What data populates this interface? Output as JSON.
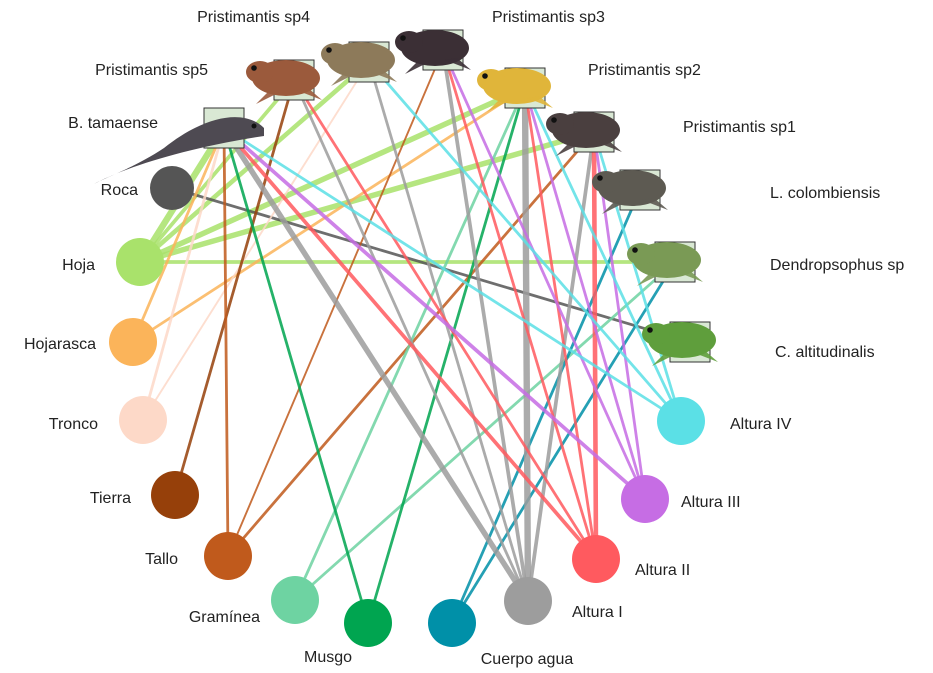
{
  "species": [
    {
      "id": "psp4",
      "label": "Pristimantis sp4",
      "color": "#8d7a5a"
    },
    {
      "id": "psp3",
      "label": "Pristimantis sp3",
      "color": "#3b2f35"
    },
    {
      "id": "psp5",
      "label": "Pristimantis sp5",
      "color": "#9b5a3c"
    },
    {
      "id": "psp2",
      "label": "Pristimantis sp2",
      "color": "#e0b53a"
    },
    {
      "id": "btam",
      "label": "B. tamaense",
      "color": "#4e4a52"
    },
    {
      "id": "psp1",
      "label": "Pristimantis sp1",
      "color": "#4a3f3f"
    },
    {
      "id": "lcol",
      "label": "L. colombiensis",
      "color": "#5d5a52"
    },
    {
      "id": "dend",
      "label": "Dendropsophus sp",
      "color": "#7a9a55"
    },
    {
      "id": "calt",
      "label": "C. altitudinalis",
      "color": "#5f9e3c"
    }
  ],
  "habitats": [
    {
      "id": "roca",
      "label": "Roca",
      "color": "#555555"
    },
    {
      "id": "hoja",
      "label": "Hoja",
      "color": "#a9e26b"
    },
    {
      "id": "hojarasca",
      "label": "Hojarasca",
      "color": "#fbb45a"
    },
    {
      "id": "tronco",
      "label": "Tronco",
      "color": "#fdd9c8"
    },
    {
      "id": "tierra",
      "label": "Tierra",
      "color": "#96400a"
    },
    {
      "id": "tallo",
      "label": "Tallo",
      "color": "#c05a1c"
    },
    {
      "id": "graminea",
      "label": "Gramínea",
      "color": "#6ed3a2"
    },
    {
      "id": "musgo",
      "label": "Musgo",
      "color": "#00a550"
    },
    {
      "id": "cuerpo",
      "label": "Cuerpo agua",
      "color": "#0090a8"
    },
    {
      "id": "alt1",
      "label": "Altura I",
      "color": "#9d9d9d"
    },
    {
      "id": "alt2",
      "label": "Altura II",
      "color": "#ff5a5f"
    },
    {
      "id": "alt3",
      "label": "Altura III",
      "color": "#c66de4"
    },
    {
      "id": "alt4",
      "label": "Altura  IV",
      "color": "#5be0e6"
    }
  ],
  "links": [
    {
      "from": "hoja",
      "to": "psp4",
      "weight": 4
    },
    {
      "from": "hoja",
      "to": "psp5",
      "weight": 3
    },
    {
      "from": "hoja",
      "to": "btam",
      "weight": 6
    },
    {
      "from": "hoja",
      "to": "psp2",
      "weight": 5
    },
    {
      "from": "hoja",
      "to": "psp1",
      "weight": 5
    },
    {
      "from": "hoja",
      "to": "dend",
      "weight": 3
    },
    {
      "from": "roca",
      "to": "calt",
      "weight": 2
    },
    {
      "from": "hojarasca",
      "to": "psp2",
      "weight": 2
    },
    {
      "from": "hojarasca",
      "to": "btam",
      "weight": 2
    },
    {
      "from": "tronco",
      "to": "btam",
      "weight": 2
    },
    {
      "from": "tronco",
      "to": "psp4",
      "weight": 1
    },
    {
      "from": "tierra",
      "to": "psp5",
      "weight": 2
    },
    {
      "from": "tallo",
      "to": "btam",
      "weight": 2
    },
    {
      "from": "tallo",
      "to": "psp3",
      "weight": 1
    },
    {
      "from": "tallo",
      "to": "psp1",
      "weight": 2
    },
    {
      "from": "graminea",
      "to": "psp2",
      "weight": 2
    },
    {
      "from": "graminea",
      "to": "dend",
      "weight": 2
    },
    {
      "from": "musgo",
      "to": "btam",
      "weight": 2
    },
    {
      "from": "musgo",
      "to": "psp2",
      "weight": 2
    },
    {
      "from": "cuerpo",
      "to": "lcol",
      "weight": 2
    },
    {
      "from": "cuerpo",
      "to": "dend",
      "weight": 2
    },
    {
      "from": "alt1",
      "to": "btam",
      "weight": 5
    },
    {
      "from": "alt1",
      "to": "psp2",
      "weight": 6
    },
    {
      "from": "alt1",
      "to": "psp3",
      "weight": 3
    },
    {
      "from": "alt1",
      "to": "psp4",
      "weight": 2
    },
    {
      "from": "alt1",
      "to": "psp1",
      "weight": 3
    },
    {
      "from": "alt1",
      "to": "psp5",
      "weight": 2
    },
    {
      "from": "alt2",
      "to": "psp5",
      "weight": 2
    },
    {
      "from": "alt2",
      "to": "psp3",
      "weight": 2
    },
    {
      "from": "alt2",
      "to": "btam",
      "weight": 3
    },
    {
      "from": "alt2",
      "to": "psp1",
      "weight": 4
    },
    {
      "from": "alt2",
      "to": "psp2",
      "weight": 2
    },
    {
      "from": "alt3",
      "to": "btam",
      "weight": 3
    },
    {
      "from": "alt3",
      "to": "psp3",
      "weight": 2
    },
    {
      "from": "alt3",
      "to": "psp2",
      "weight": 2
    },
    {
      "from": "alt3",
      "to": "psp1",
      "weight": 2
    },
    {
      "from": "alt4",
      "to": "psp4",
      "weight": 2
    },
    {
      "from": "alt4",
      "to": "btam",
      "weight": 2
    },
    {
      "from": "alt4",
      "to": "psp2",
      "weight": 2
    },
    {
      "from": "alt4",
      "to": "psp1",
      "weight": 2
    }
  ]
}
